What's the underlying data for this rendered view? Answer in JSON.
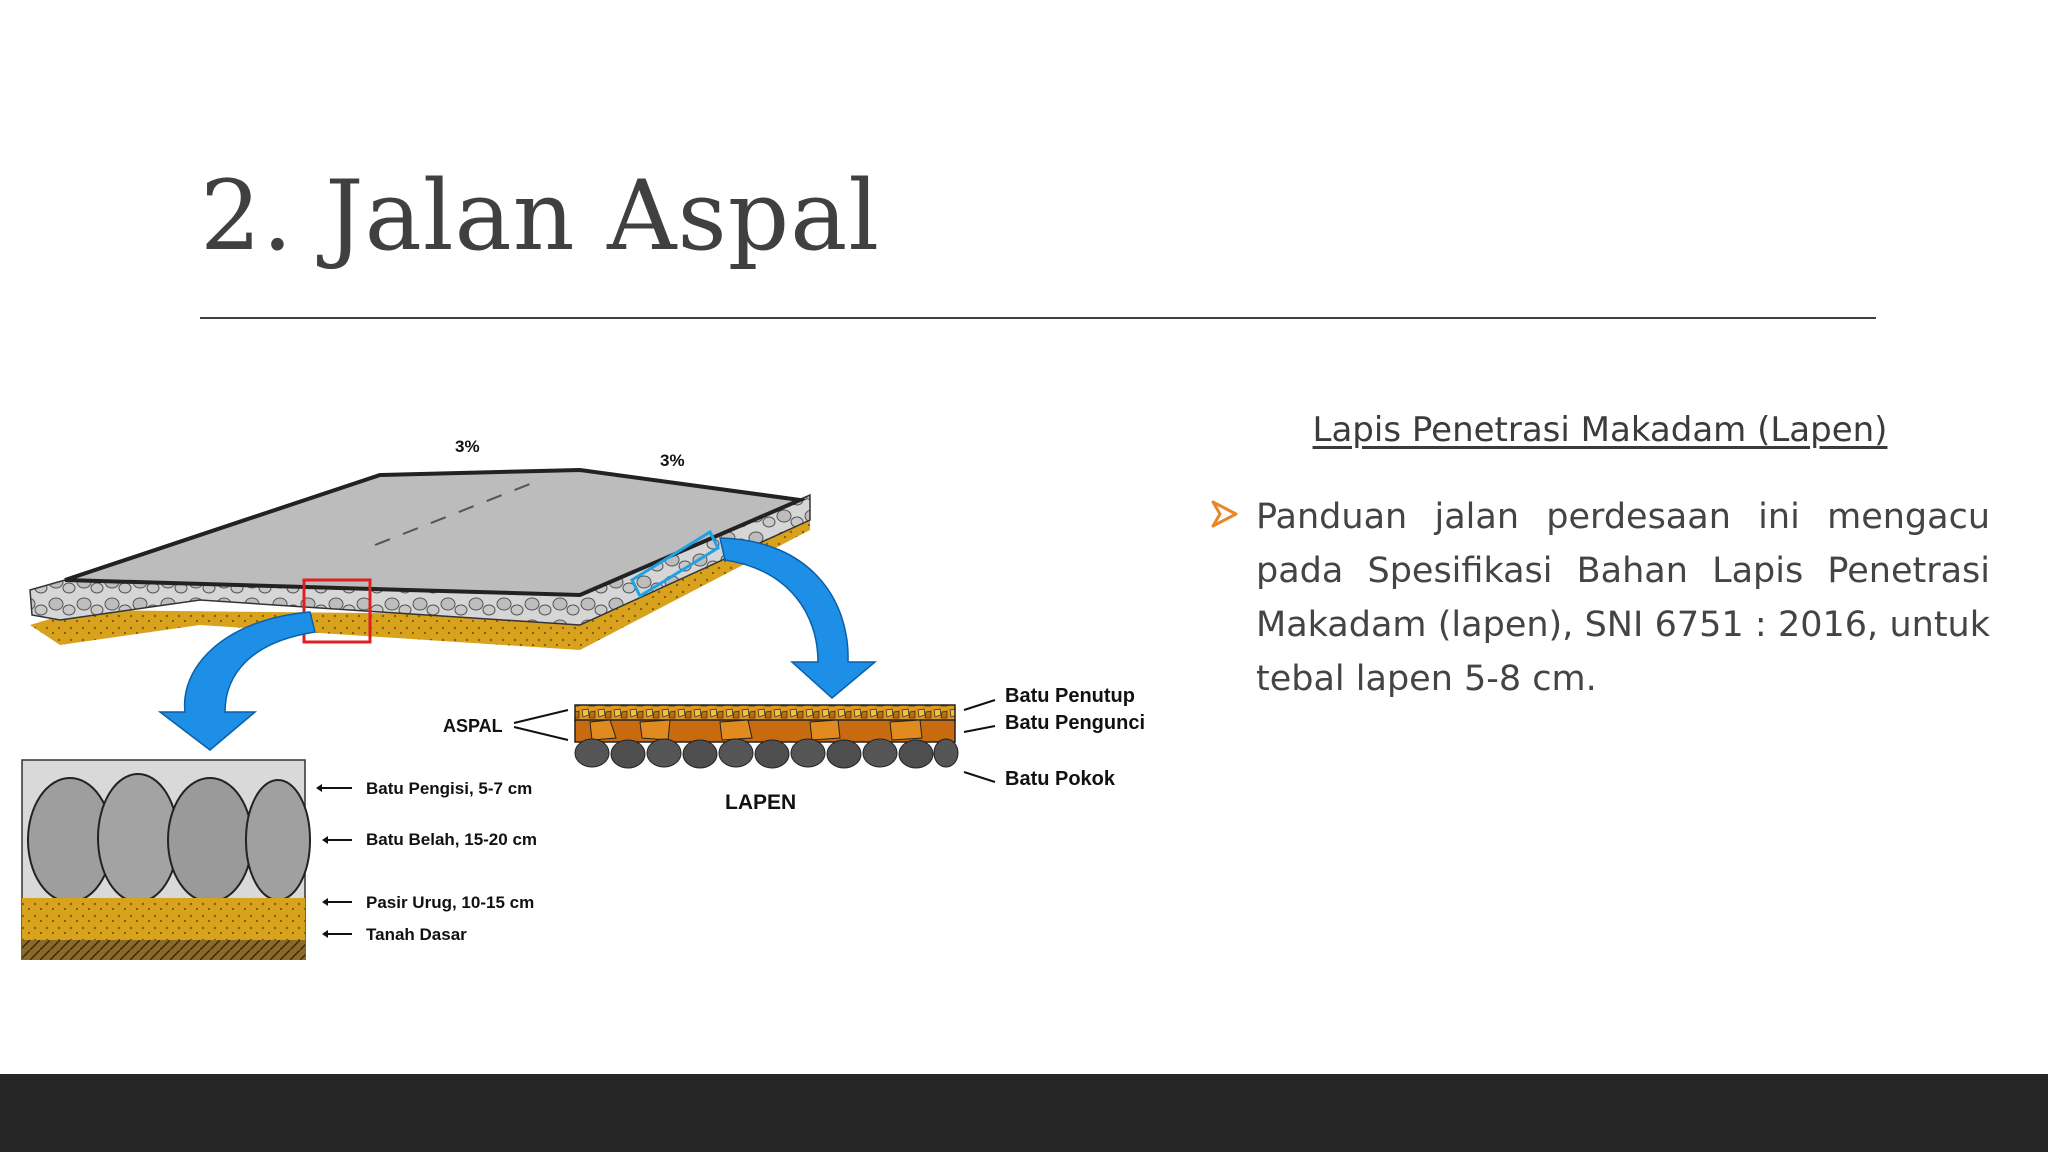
{
  "slide": {
    "title": "2. Jalan Aspal",
    "subheading": "Lapis Penetrasi Makadam (Lapen)",
    "bullet": {
      "icon": "arrow-right-icon",
      "text": "Panduan jalan perdesaan ini mengacu pada Spesifikasi Bahan Lapis Penetrasi Makadam (lapen), SNI 6751 : 2016, untuk tebal lapen 5-8 cm."
    },
    "colors": {
      "title": "#404040",
      "bullet_arrow": "#e8862a",
      "footer": "#262626",
      "arrow_fill": "#1e8fe6"
    }
  },
  "figure": {
    "slope_left": "3%",
    "slope_right": "3%",
    "left_layers": {
      "batu_pengisi": "Batu Pengisi, 5-7 cm",
      "batu_belah": "Batu Belah, 15-20 cm",
      "pasir_urug": "Pasir Urug, 10-15 cm",
      "tanah_dasar": "Tanah Dasar"
    },
    "aspal_label": "ASPAL",
    "lapen_label": "LAPEN",
    "right_layers": {
      "batu_penutup": "Batu Penutup",
      "batu_pengunci": "Batu Pengunci",
      "batu_pokok": "Batu Pokok"
    }
  }
}
